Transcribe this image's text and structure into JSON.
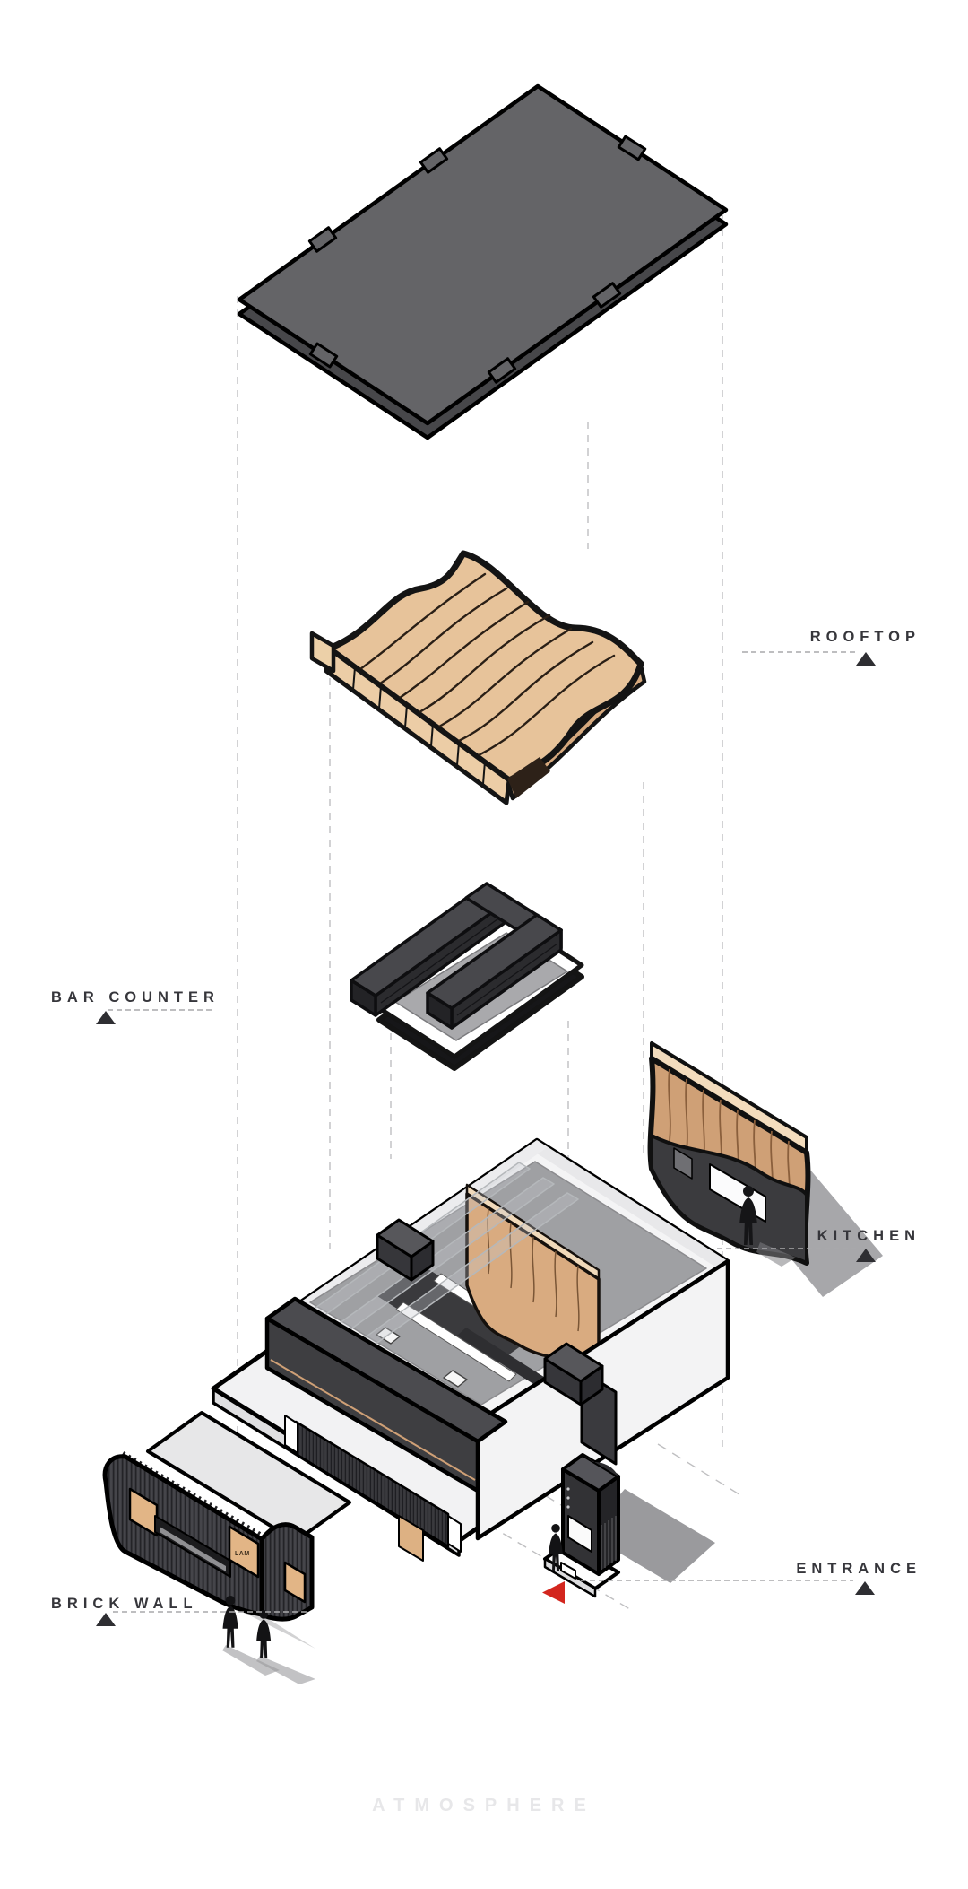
{
  "watermark": {
    "text": "ATMOSPHERE"
  },
  "callouts": {
    "rooftop": {
      "label": "ROOFTOP"
    },
    "bar_counter": {
      "label": "BAR COUNTER"
    },
    "kitchen": {
      "label": "KITCHEN"
    },
    "brick_wall": {
      "label": "BRICK WALL"
    },
    "entrance": {
      "label": "ENTRANCE"
    }
  },
  "signage": {
    "text": "LAM"
  },
  "icons": {
    "callout_marker": "triangle-up-icon",
    "entrance_pointer": "triangle-left-icon"
  },
  "colors": {
    "background": "#ffffff",
    "roof_slab": "#646467",
    "roof_slab_side": "#47474a",
    "wood": "#e7c39a",
    "wood_dark": "#cfa076",
    "wood_light": "#f0d9ba",
    "charcoal": "#3f3f42",
    "charcoal_dark": "#2a2a2d",
    "wall_white": "#f4f4f5",
    "floor_gray": "#9fa0a3",
    "shadow_gray": "#98989b",
    "guide_gray": "#c7c7c9",
    "label_ink": "#36363b",
    "accent_red": "#d3261e",
    "watermark_gray": "#e7e7e9"
  },
  "elements": [
    {
      "name": "roof-slab"
    },
    {
      "name": "wavy-wood-canopy"
    },
    {
      "name": "bar-counter"
    },
    {
      "name": "main-building"
    },
    {
      "name": "kitchen-wall"
    },
    {
      "name": "brick-wall"
    },
    {
      "name": "entrance-kiosk"
    }
  ]
}
